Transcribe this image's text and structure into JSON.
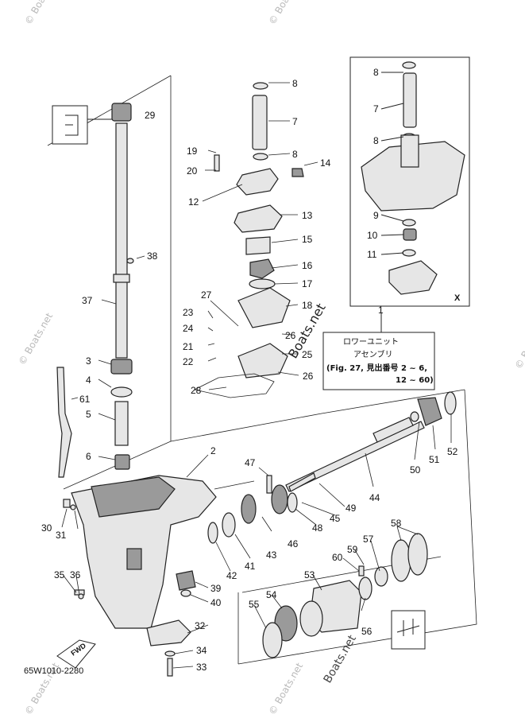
{
  "diagram_code": "65W1010-2280",
  "watermark_text": "© Boats.net",
  "center_watermark": "Boats.net",
  "fwd_label": "FWD",
  "inset_marker": "X",
  "assembly_box": {
    "number": "1",
    "line1": "ロワーユニット",
    "line2": "アセンブリ",
    "line3": "(Fig. 27, 見出番号 2 ~ 6,",
    "line4": "12 ~ 60)"
  },
  "callouts": {
    "c1": "1",
    "c2": "2",
    "c3": "3",
    "c4": "4",
    "c5": "5",
    "c6": "6",
    "c7a": "7",
    "c7b": "7",
    "c8a": "8",
    "c8b": "8",
    "c8c": "8",
    "c8d": "8",
    "c9": "9",
    "c10": "10",
    "c11": "11",
    "c12": "12",
    "c13": "13",
    "c14": "14",
    "c15": "15",
    "c16": "16",
    "c17": "17",
    "c18": "18",
    "c19": "19",
    "c20": "20",
    "c21": "21",
    "c22": "22",
    "c23": "23",
    "c24": "24",
    "c25": "25",
    "c26a": "26",
    "c26b": "26",
    "c27": "27",
    "c28": "28",
    "c29": "29",
    "c30": "30",
    "c31": "31",
    "c32": "32",
    "c33": "33",
    "c34": "34",
    "c35": "35",
    "c36": "36",
    "c37": "37",
    "c38": "38",
    "c39": "39",
    "c40": "40",
    "c41": "41",
    "c42": "42",
    "c43": "43",
    "c44": "44",
    "c45": "45",
    "c46": "46",
    "c47": "47",
    "c48": "48",
    "c49": "49",
    "c50": "50",
    "c51": "51",
    "c52": "52",
    "c53": "53",
    "c54": "54",
    "c55": "55",
    "c56": "56",
    "c57": "57",
    "c58": "58",
    "c59": "59",
    "c60": "60",
    "c61": "61"
  }
}
